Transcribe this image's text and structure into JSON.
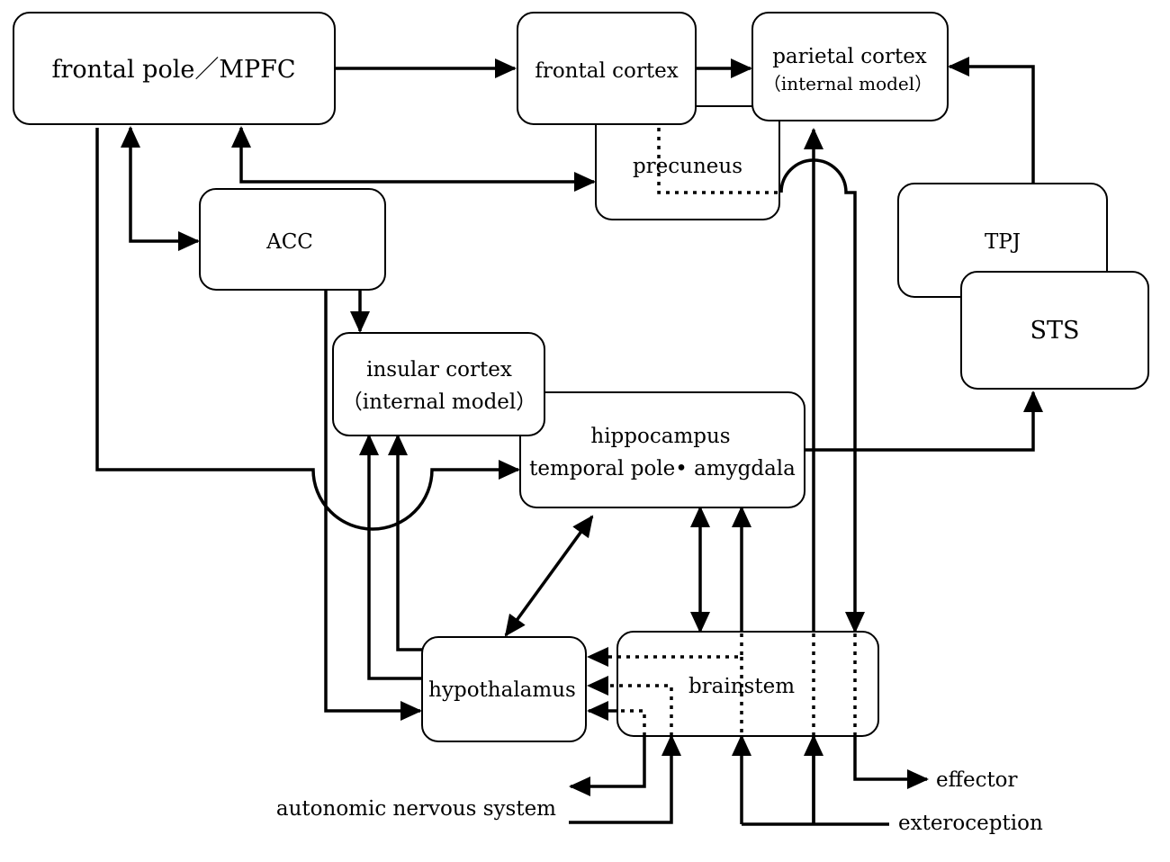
{
  "nodes": {
    "frontal_pole": "frontal pole／MPFC",
    "frontal_cortex": "frontal cortex",
    "parietal_cortex": [
      "parietal cortex",
      "（internal model）"
    ],
    "precuneus": "precuneus",
    "acc": "ACC",
    "tpj": "TPJ",
    "sts": "STS",
    "insular_cortex": [
      "insular cortex",
      "（internal model）"
    ],
    "hippocampus": [
      "hippocampus",
      "temporal pole• amygdala"
    ],
    "hypothalamus": "hypothalamus",
    "brainstem": "brainstem"
  },
  "external_labels": {
    "autonomic": "autonomic nervous system",
    "effector": "effector",
    "exteroception": "exteroception"
  }
}
